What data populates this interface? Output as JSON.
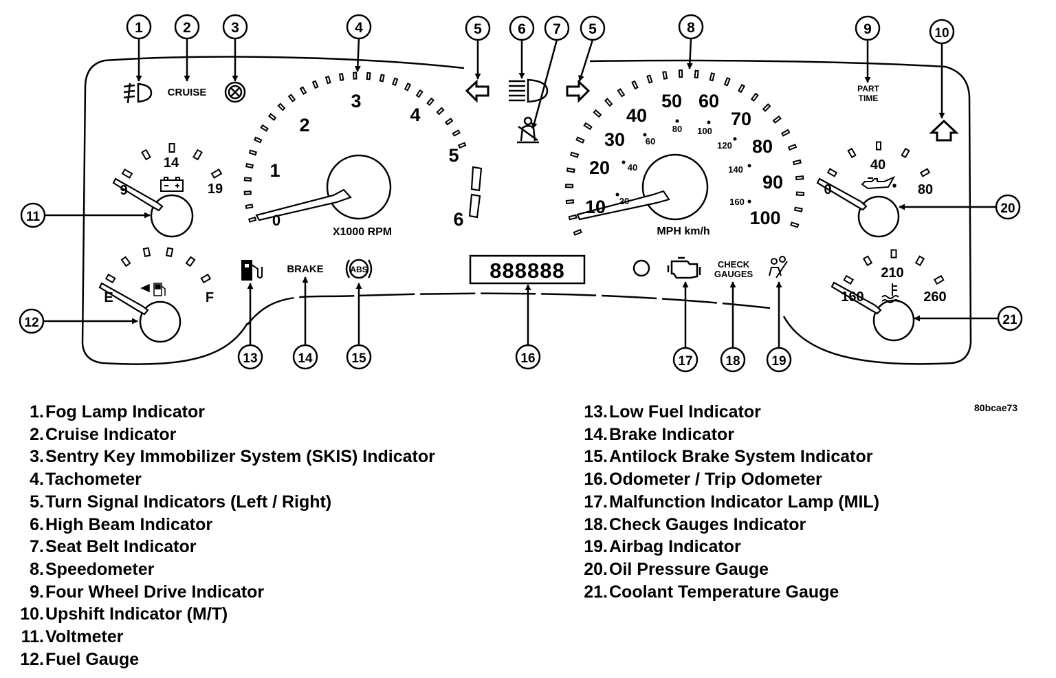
{
  "figure_code": "80bcae73",
  "callouts": [
    {
      "n": "1",
      "label": "Fog Lamp Indicator"
    },
    {
      "n": "2",
      "label": "Cruise Indicator"
    },
    {
      "n": "3",
      "label": "Sentry Key Immobilizer System (SKIS) Indicator"
    },
    {
      "n": "4",
      "label": "Tachometer"
    },
    {
      "n": "5",
      "label": "Turn Signal Indicators (Left / Right)"
    },
    {
      "n": "6",
      "label": "High Beam Indicator"
    },
    {
      "n": "7",
      "label": "Seat Belt Indicator"
    },
    {
      "n": "8",
      "label": "Speedometer"
    },
    {
      "n": "9",
      "label": "Four Wheel Drive Indicator"
    },
    {
      "n": "10",
      "label": "Upshift Indicator (M/T)"
    },
    {
      "n": "11",
      "label": "Voltmeter"
    },
    {
      "n": "12",
      "label": "Fuel Gauge"
    },
    {
      "n": "13",
      "label": "Low Fuel Indicator"
    },
    {
      "n": "14",
      "label": "Brake Indicator"
    },
    {
      "n": "15",
      "label": "Antilock Brake System Indicator"
    },
    {
      "n": "16",
      "label": "Odometer / Trip Odometer"
    },
    {
      "n": "17",
      "label": "Malfunction Indicator Lamp (MIL)"
    },
    {
      "n": "18",
      "label": "Check Gauges Indicator"
    },
    {
      "n": "19",
      "label": "Airbag Indicator"
    },
    {
      "n": "20",
      "label": "Oil Pressure Gauge"
    },
    {
      "n": "21",
      "label": "Coolant Temperature Gauge"
    }
  ],
  "cluster": {
    "cruise_text": "CRUISE",
    "brake_text": "BRAKE",
    "abs_text": "ABS",
    "check_gauges_line1": "CHECK",
    "check_gauges_line2": "GAUGES",
    "part_time_line1": "PART",
    "part_time_line2": "TIME",
    "odometer_digits": "888888",
    "tachometer": {
      "unit_label": "X1000 RPM",
      "scale": [
        "0",
        "1",
        "2",
        "3",
        "4",
        "5",
        "6"
      ]
    },
    "speedometer": {
      "unit_label": "MPH km/h",
      "mph_scale": [
        "10",
        "20",
        "30",
        "40",
        "50",
        "60",
        "70",
        "80",
        "90",
        "100"
      ],
      "kmh_scale": [
        "20",
        "40",
        "60",
        "80",
        "100",
        "120",
        "140",
        "160"
      ]
    },
    "voltmeter": {
      "scale": [
        "9",
        "14",
        "19"
      ]
    },
    "fuel_gauge": {
      "empty": "E",
      "full": "F"
    },
    "oil_pressure": {
      "scale": [
        "0",
        "40",
        "80"
      ]
    },
    "coolant_temp": {
      "scale": [
        "160",
        "210",
        "260"
      ]
    }
  }
}
